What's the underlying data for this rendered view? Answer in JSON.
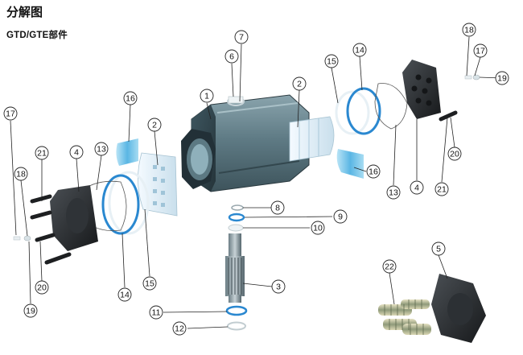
{
  "title": "分解图",
  "subtitle": "GTD/GTE部件",
  "callouts": [
    {
      "label": "1"
    },
    {
      "label": "2"
    },
    {
      "label": "2"
    },
    {
      "label": "3"
    },
    {
      "label": "4"
    },
    {
      "label": "4"
    },
    {
      "label": "5"
    },
    {
      "label": "6"
    },
    {
      "label": "7"
    },
    {
      "label": "8"
    },
    {
      "label": "9"
    },
    {
      "label": "10"
    },
    {
      "label": "11"
    },
    {
      "label": "12"
    },
    {
      "label": "13"
    },
    {
      "label": "13"
    },
    {
      "label": "14"
    },
    {
      "label": "14"
    },
    {
      "label": "15"
    },
    {
      "label": "15"
    },
    {
      "label": "16"
    },
    {
      "label": "16"
    },
    {
      "label": "17"
    },
    {
      "label": "17"
    },
    {
      "label": "18"
    },
    {
      "label": "18"
    },
    {
      "label": "19"
    },
    {
      "label": "19"
    },
    {
      "label": "20"
    },
    {
      "label": "20"
    },
    {
      "label": "21"
    },
    {
      "label": "21"
    },
    {
      "label": "22"
    }
  ],
  "colors": {
    "body": "#5f7b85",
    "body_dark": "#3a4e56",
    "cap": "#2a2d30",
    "oring_blue": "#2a88d0",
    "band_blue": "#8fd0ee",
    "piston_white": "#dfeef6",
    "line": "#222222"
  }
}
